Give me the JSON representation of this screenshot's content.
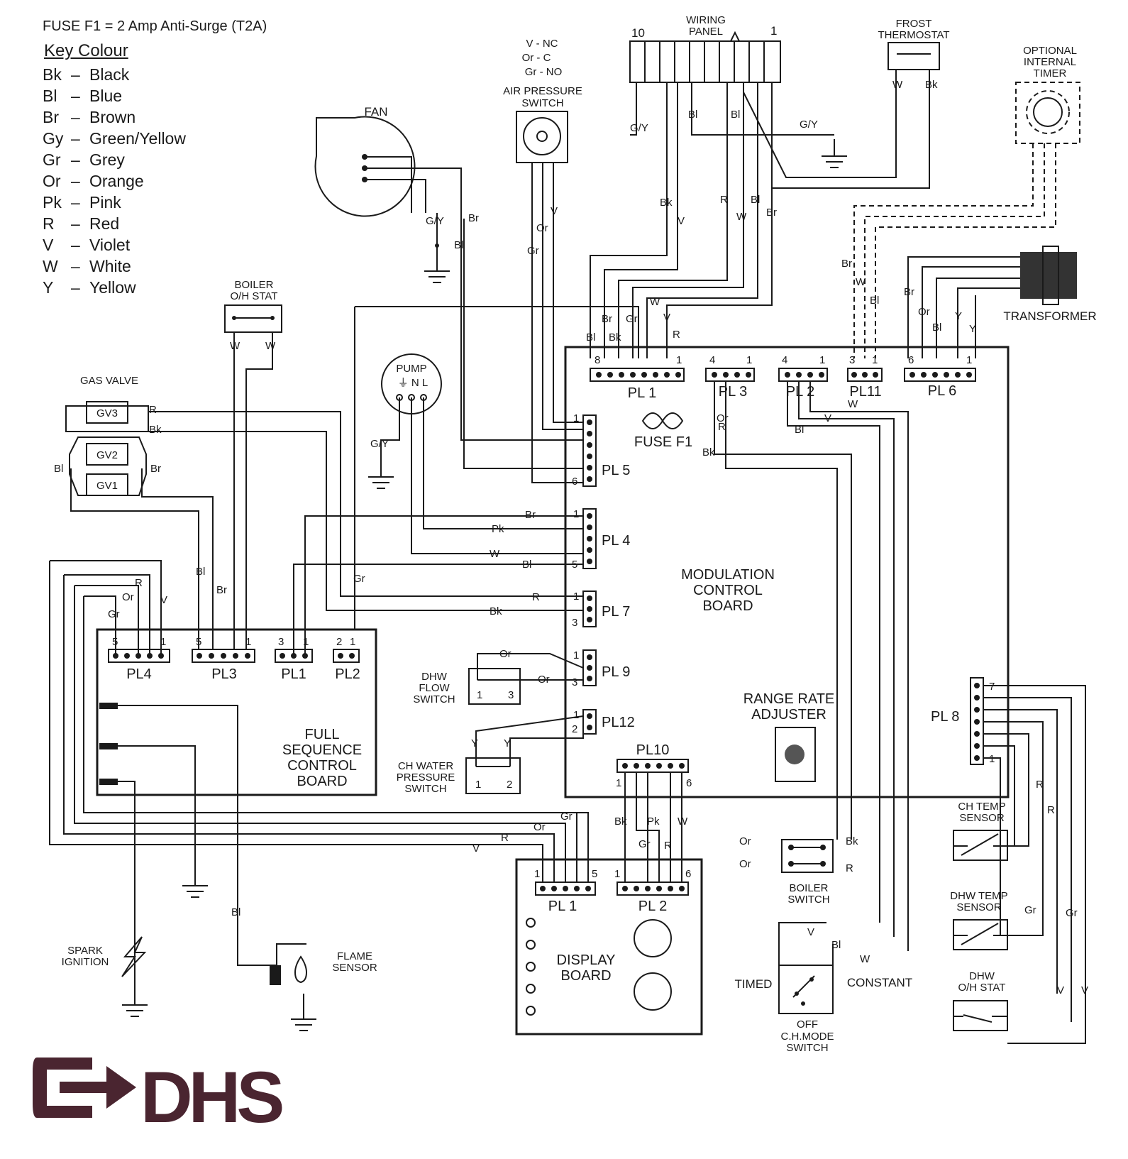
{
  "fuse_note": "FUSE F1 = 2 Amp Anti-Surge (T2A)",
  "key_title": "Key Colour",
  "key": [
    {
      "code": "Bk",
      "name": "Black"
    },
    {
      "code": "Bl",
      "name": "Blue"
    },
    {
      "code": "Br",
      "name": "Brown"
    },
    {
      "code": "Gy",
      "name": "Green/Yellow"
    },
    {
      "code": "Gr",
      "name": "Grey"
    },
    {
      "code": "Or",
      "name": "Orange"
    },
    {
      "code": "Pk",
      "name": "Pink"
    },
    {
      "code": "R",
      "name": "Red"
    },
    {
      "code": "V",
      "name": "Violet"
    },
    {
      "code": "W",
      "name": "White"
    },
    {
      "code": "Y",
      "name": "Yellow"
    }
  ],
  "components": {
    "fan": "FAN",
    "aps_legend": [
      "V - NC",
      "Or - C",
      "Gr - NO"
    ],
    "aps": [
      "AIR PRESSURE",
      "SWITCH"
    ],
    "wiring_panel": [
      "WIRING",
      "PANEL"
    ],
    "wiring_panel_pins": [
      "10",
      "1"
    ],
    "frost": [
      "FROST",
      "THERMOSTAT"
    ],
    "timer": [
      "OPTIONAL",
      "INTERNAL",
      "TIMER"
    ],
    "transformer": "TRANSFORMER",
    "boiler_stat": [
      "BOILER",
      "O/H STAT"
    ],
    "gas_valve": "GAS VALVE",
    "gv": [
      "GV3",
      "GV2",
      "GV1"
    ],
    "pump": "PUMP",
    "pump_pins": "⏚ N L",
    "mcb": [
      "MODULATION",
      "CONTROL",
      "BOARD"
    ],
    "fuse_f1": "FUSE F1",
    "range_rate": [
      "RANGE RATE",
      "ADJUSTER"
    ],
    "fscb": [
      "FULL",
      "SEQUENCE",
      "CONTROL",
      "BOARD"
    ],
    "dhw_flow": [
      "DHW",
      "FLOW",
      "SWITCH"
    ],
    "ch_water": [
      "CH WATER",
      "PRESSURE",
      "SWITCH"
    ],
    "display": [
      "DISPLAY",
      "BOARD"
    ],
    "spark": [
      "SPARK",
      "IGNITION"
    ],
    "flame": [
      "FLAME",
      "SENSOR"
    ],
    "boiler_switch": [
      "BOILER",
      "SWITCH"
    ],
    "timed": "TIMED",
    "constant": "CONSTANT",
    "off": "OFF",
    "ch_mode": "C.H.MODE",
    "ch_mode_switch": "SWITCH",
    "ch_temp": [
      "CH TEMP",
      "SENSOR"
    ],
    "dhw_temp": [
      "DHW TEMP",
      "SENSOR"
    ],
    "dhw_oh": [
      "DHW",
      "O/H STAT"
    ]
  },
  "connectors": {
    "pl1": "PL 1",
    "pl3": "PL 3",
    "pl2": "PL 2",
    "pl11": "PL11",
    "pl6": "PL 6",
    "pl5": "PL 5",
    "pl4": "PL 4",
    "pl7": "PL 7",
    "pl9": "PL 9",
    "pl12": "PL12",
    "pl10": "PL10",
    "pl8": "PL 8",
    "f_pl4": "PL4",
    "f_pl3": "PL3",
    "f_pl1": "PL1",
    "f_pl2": "PL2",
    "d_pl1": "PL 1",
    "d_pl2": "PL 2"
  },
  "logo": "DHS",
  "colors": {
    "ink": "#1a1a1a",
    "logo": "#4a2530"
  }
}
